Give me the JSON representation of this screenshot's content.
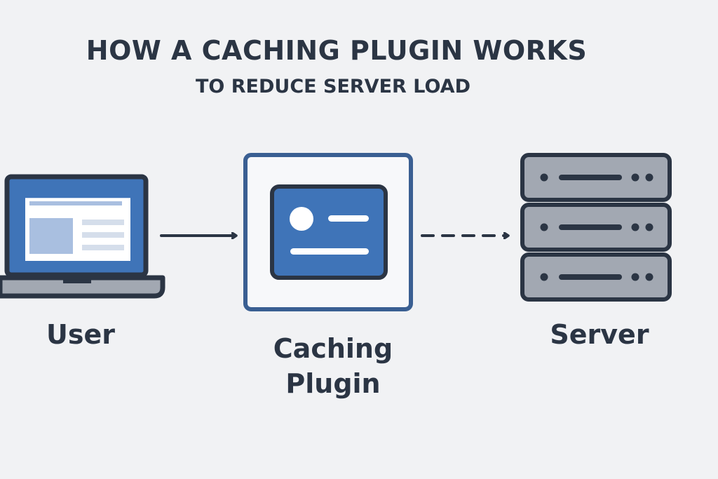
{
  "title": "HOW A CACHING PLUGIN WORKS",
  "subtitle": "TO REDUCE SERVER LOAD",
  "nodes": {
    "user": {
      "label": "User",
      "icon": "laptop-icon"
    },
    "plugin": {
      "label_line1": "Caching",
      "label_line2": "Plugin",
      "icon": "cache-card-icon"
    },
    "server": {
      "label": "Server",
      "icon": "server-stack-icon"
    }
  },
  "edges": [
    {
      "from": "user",
      "to": "plugin",
      "style": "solid"
    },
    {
      "from": "plugin",
      "to": "server",
      "style": "dashed"
    }
  ],
  "colors": {
    "background": "#f1f2f4",
    "outline": "#2b3544",
    "accent_blue": "#3f74b8",
    "light_blue": "#a9bfe0",
    "server_gray": "#a2a8b2",
    "plugin_border": "#3a5f92"
  }
}
